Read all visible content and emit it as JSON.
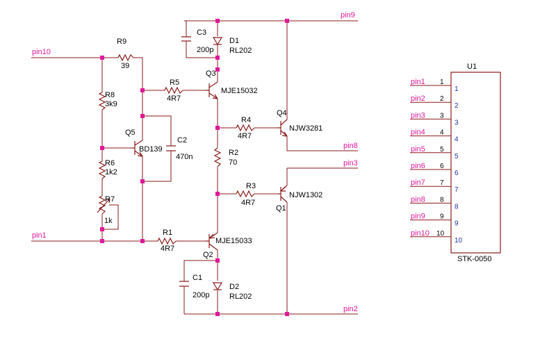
{
  "nets": {
    "pin10": "pin10",
    "pin1": "pin1",
    "pin9": "pin9",
    "pin8": "pin8",
    "pin3": "pin3",
    "pin2": "pin2"
  },
  "components": {
    "R9": {
      "ref": "R9",
      "value": "39"
    },
    "R8": {
      "ref": "R8",
      "value": "3k9"
    },
    "R6": {
      "ref": "R6",
      "value": "1k2"
    },
    "R7": {
      "ref": "R7",
      "value": "1k"
    },
    "R5": {
      "ref": "R5",
      "value": "4R7"
    },
    "R1": {
      "ref": "R1",
      "value": "4R7"
    },
    "R4": {
      "ref": "R4",
      "value": "4R7"
    },
    "R3": {
      "ref": "R3",
      "value": "4R7"
    },
    "R2": {
      "ref": "R2",
      "value": "70"
    },
    "C3": {
      "ref": "C3",
      "value": "200p"
    },
    "C2": {
      "ref": "C2",
      "value": "470n"
    },
    "C1": {
      "ref": "C1",
      "value": "200p"
    },
    "D1": {
      "ref": "D1",
      "value": "RL202"
    },
    "D2": {
      "ref": "D2",
      "value": "RL202"
    },
    "Q3": {
      "ref": "Q3",
      "value": "MJE15032"
    },
    "Q2": {
      "ref": "Q2",
      "value": "MJE15033"
    },
    "Q5": {
      "ref": "Q5",
      "value": "BD139"
    },
    "Q4": {
      "ref": "Q4",
      "value": "NJW3281"
    },
    "Q1": {
      "ref": "Q1",
      "value": "NJW1302"
    }
  },
  "ic": {
    "ref": "U1",
    "name": "STK-0050",
    "pins": [
      {
        "net": "pin1",
        "num": "1",
        "inner": "1"
      },
      {
        "net": "pin2",
        "num": "2",
        "inner": "2"
      },
      {
        "net": "pin3",
        "num": "3",
        "inner": "3"
      },
      {
        "net": "pin4",
        "num": "4",
        "inner": "4"
      },
      {
        "net": "pin5",
        "num": "5",
        "inner": "5"
      },
      {
        "net": "pin6",
        "num": "6",
        "inner": "6"
      },
      {
        "net": "pin7",
        "num": "7",
        "inner": "7"
      },
      {
        "net": "pin8",
        "num": "8",
        "inner": "8"
      },
      {
        "net": "pin9",
        "num": "9",
        "inner": "9"
      },
      {
        "net": "pin10",
        "num": "10",
        "inner": "10"
      }
    ]
  },
  "colors": {
    "wire": "#8b1a1a",
    "net_label": "#e0189a",
    "junction": "#e0189a",
    "ic_pin_number": "#2233aa"
  }
}
